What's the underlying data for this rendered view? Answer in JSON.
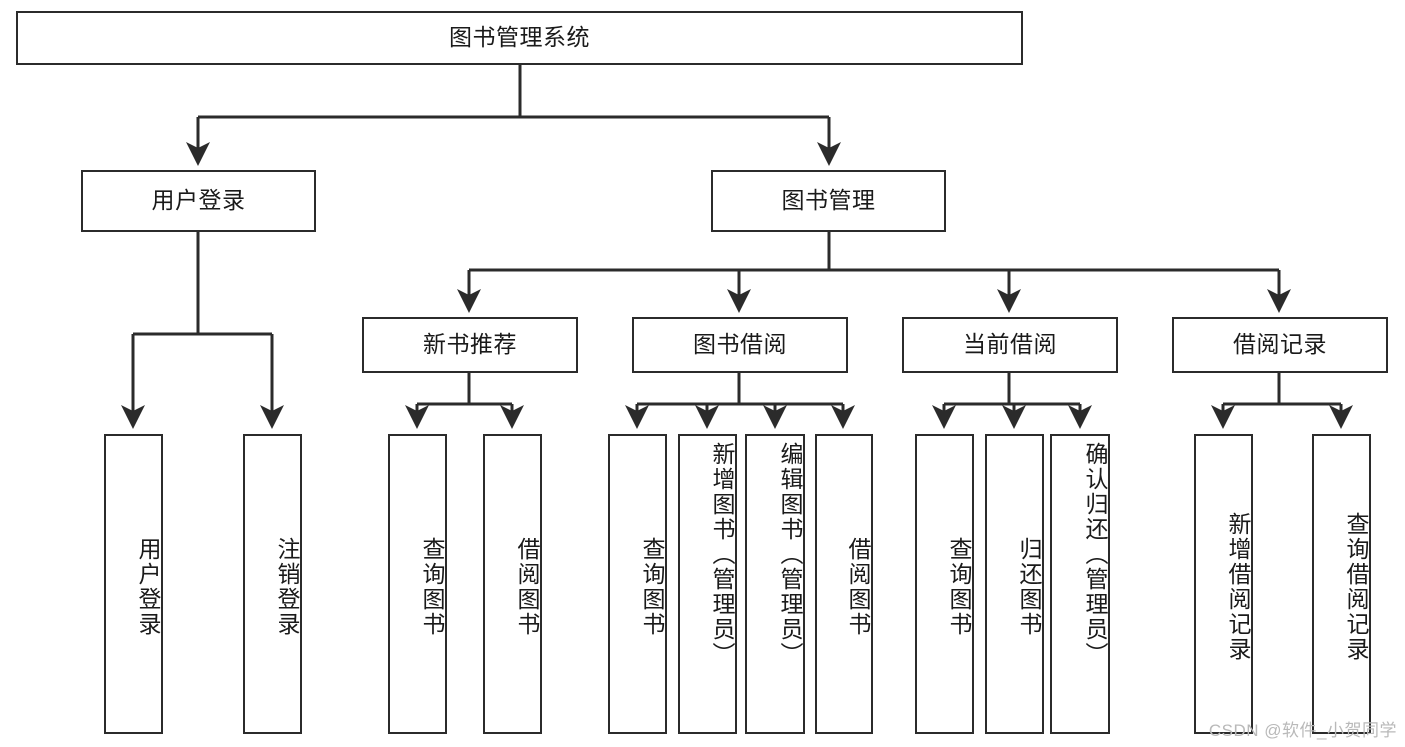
{
  "diagram": {
    "type": "tree-hierarchy",
    "title": "图书管理系统",
    "watermark": "CSDN @软件_小贺同学",
    "colors": {
      "node_border": "#2b2b2b",
      "node_fill": "#ffffff",
      "edge": "#2b2b2b",
      "text": "#1a1a1a",
      "watermark": "#b9b9b9",
      "background": "#ffffff"
    },
    "levels": {
      "root": {
        "label": "图书管理系统"
      },
      "level2": [
        {
          "id": "user-login",
          "label": "用户登录"
        },
        {
          "id": "book-manage",
          "label": "图书管理"
        }
      ],
      "level3": [
        {
          "id": "new-book-recommend",
          "label": "新书推荐"
        },
        {
          "id": "book-borrow",
          "label": "图书借阅"
        },
        {
          "id": "current-borrow",
          "label": "当前借阅"
        },
        {
          "id": "borrow-record",
          "label": "借阅记录"
        }
      ],
      "leaves": {
        "user-login": [
          {
            "id": "leaf-user-login",
            "label": "用户登录"
          },
          {
            "id": "leaf-logout-login",
            "label": "注销登录"
          }
        ],
        "new-book-recommend": [
          {
            "id": "leaf-query-book-1",
            "label": "查询图书"
          },
          {
            "id": "leaf-borrow-book-1",
            "label": "借阅图书"
          }
        ],
        "book-borrow": [
          {
            "id": "leaf-query-book-2",
            "label": "查询图书"
          },
          {
            "id": "leaf-add-book",
            "label": "新增图书（管理员）"
          },
          {
            "id": "leaf-edit-book",
            "label": "编辑图书（管理员）"
          },
          {
            "id": "leaf-borrow-book-2",
            "label": "借阅图书"
          }
        ],
        "current-borrow": [
          {
            "id": "leaf-query-book-3",
            "label": "查询图书"
          },
          {
            "id": "leaf-return-book",
            "label": "归还图书"
          },
          {
            "id": "leaf-confirm-return",
            "label": "确认归还（管理员）"
          }
        ],
        "borrow-record": [
          {
            "id": "leaf-add-record",
            "label": "新增借阅记录"
          },
          {
            "id": "leaf-query-record",
            "label": "查询借阅记录"
          }
        ]
      }
    }
  }
}
